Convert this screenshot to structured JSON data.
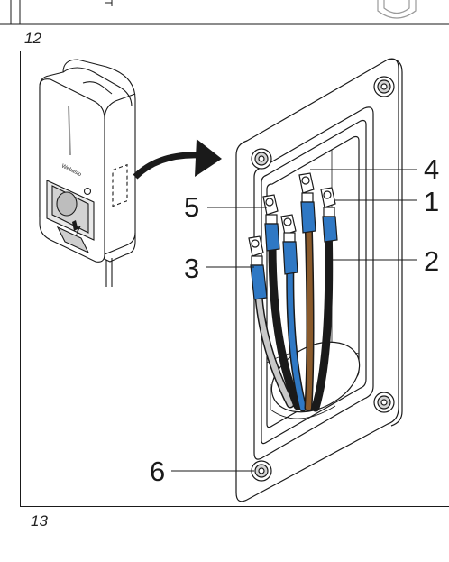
{
  "figures": [
    {
      "number": "12"
    },
    {
      "number": "13"
    }
  ],
  "device": {
    "brand_text": "Webasto"
  },
  "callouts": [
    "1",
    "2",
    "3",
    "4",
    "5",
    "6"
  ],
  "colors": {
    "line": "#1a1a1a",
    "wire_grey": "#c9c9c9",
    "wire_black": "#1a1a1a",
    "wire_blue": "#2f78c4",
    "wire_brown": "#8a5a2b",
    "ferrule_blue": "#2f78c4"
  }
}
